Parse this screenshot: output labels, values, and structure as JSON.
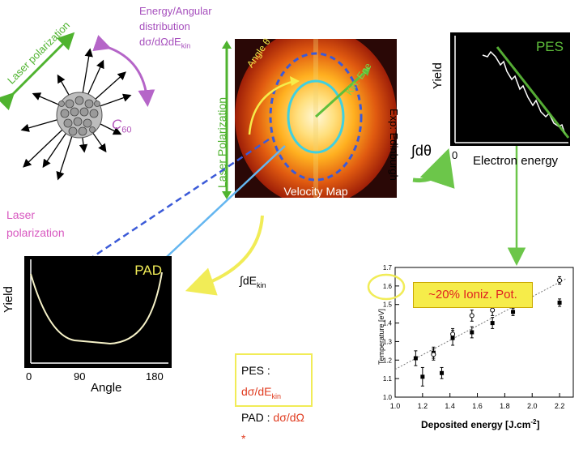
{
  "labels": {
    "laser_polarization_top": "Laser polarization",
    "energy_angular_line1": "Energy/Angular",
    "energy_angular_line2": "distribution",
    "energy_angular_line3": "dσ/dΩdE",
    "energy_angular_sub": "kin",
    "c60": "C",
    "c60_sub": "60",
    "laser_polarization_vertical": "Laser Polarization",
    "angle_theta": "Angle θ",
    "kin_ene": "Kin. Ene",
    "velocity_map": "Velocity Map",
    "exp_edinburgh": "Exp: Edinburgh",
    "integral_dtheta": "∫dθ",
    "integral_dekin": "∫dE",
    "integral_dekin_sub": "kin",
    "laser_polarization_left_line1": "Laser",
    "laser_polarization_left_line2": "polarization"
  },
  "pes_panel": {
    "title": "PES",
    "ylabel": "Yield",
    "xlabel": "Electron energy",
    "x_origin": "0"
  },
  "pad_panel": {
    "title": "PAD",
    "ylabel": "Yield",
    "xlabel": "Angle",
    "ticks": [
      "0",
      "90",
      "180"
    ]
  },
  "legend_box": {
    "pes_label": "PES : ",
    "pes_formula": "dσ/dE",
    "pes_sub": "kin",
    "pad_label": "PAD : ",
    "pad_formula": "dσ/dΩ *"
  },
  "callout": "~20% Ioniz. Pot.",
  "chart_data": {
    "type": "scatter",
    "xlabel": "Deposited energy [J.cm",
    "xlabel_sup": "-2",
    "xlabel_end": "]",
    "ylabel": "Temperature [eV]",
    "xlim": [
      1.0,
      2.3
    ],
    "ylim": [
      1.0,
      1.7
    ],
    "x_ticks": [
      "1.0",
      "1.2",
      "1.4",
      "1.6",
      "1.8",
      "2.0",
      "2.2"
    ],
    "y_ticks": [
      "1.0",
      "1.1",
      "1.2",
      "1.3",
      "1.4",
      "1.5",
      "1.6",
      "1.7"
    ],
    "y_tick_values": [
      1.0,
      1.1,
      1.2,
      1.3,
      1.4,
      1.5,
      1.6,
      1.7
    ],
    "x_tick_values": [
      1.0,
      1.2,
      1.4,
      1.6,
      1.8,
      2.0,
      2.2
    ],
    "series": [
      {
        "marker": "filled-square",
        "points": [
          [
            1.15,
            1.21
          ],
          [
            1.2,
            1.11
          ],
          [
            1.28,
            1.24
          ],
          [
            1.34,
            1.13
          ],
          [
            1.42,
            1.32
          ],
          [
            1.56,
            1.35
          ],
          [
            1.71,
            1.4
          ],
          [
            1.86,
            1.46
          ],
          [
            2.2,
            1.51
          ]
        ],
        "errors": [
          0.04,
          0.05,
          0.03,
          0.03,
          0.04,
          0.03,
          0.03,
          0.02,
          0.02
        ]
      },
      {
        "marker": "open-circle",
        "points": [
          [
            1.28,
            1.23
          ],
          [
            1.42,
            1.34
          ],
          [
            1.56,
            1.44
          ],
          [
            1.71,
            1.47
          ],
          [
            2.2,
            1.63
          ]
        ],
        "errors": [
          0.03,
          0.03,
          0.03,
          0.03,
          0.02
        ]
      }
    ],
    "fit_line": [
      [
        1.0,
        1.15
      ],
      [
        2.25,
        1.64
      ]
    ]
  },
  "colors": {
    "green": "#5fbf3b",
    "purple": "#b565c8",
    "pink": "#d858c0",
    "yellow": "#f1ec57",
    "blue_dashed": "#3b5ad8",
    "light_blue": "#64b6f0",
    "callout_bg": "#f6ec4a",
    "callout_text": "#e02020",
    "formula_red": "#e03a1e"
  }
}
